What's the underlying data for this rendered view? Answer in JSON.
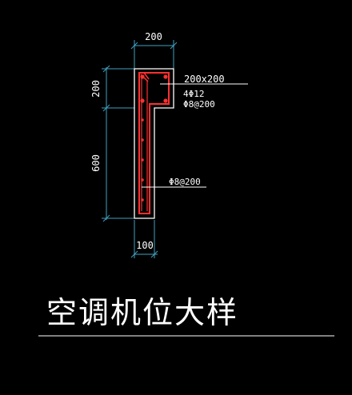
{
  "colors": {
    "background": "#000000",
    "outline": "#ffffff",
    "dimension": "#3f9fbf",
    "rebar": "#ff3030",
    "text": "#ffffff"
  },
  "dimensions": {
    "top_width": "200",
    "bottom_width": "100",
    "upper_height": "200",
    "lower_height": "600"
  },
  "annotations": {
    "section_size": "200x200",
    "main_bars": "4Φ12",
    "stirrups": "Φ8@200",
    "wall_bars": "Φ8@200"
  },
  "title": "空调机位大样"
}
